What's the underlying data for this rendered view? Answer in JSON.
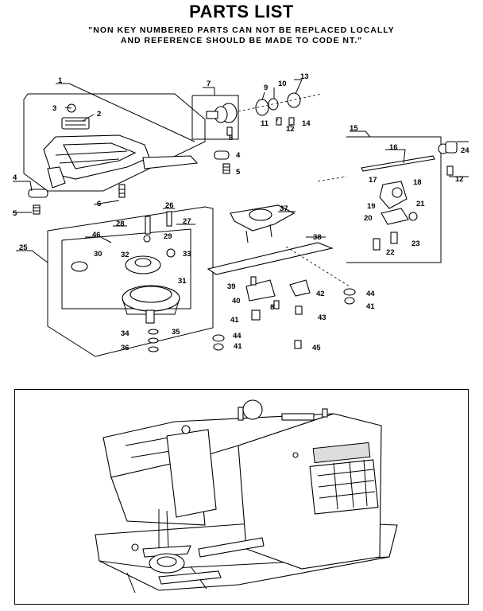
{
  "header": {
    "title": "PARTS LIST",
    "note_line1": "\"NON KEY NUMBERED PARTS CAN NOT BE REPLACED LOCALLY",
    "note_line2": "AND REFERENCE SHOULD BE MADE TO CODE NT.\""
  },
  "callouts": [
    "1",
    "2",
    "3",
    "4",
    "4",
    "5",
    "5",
    "6",
    "7",
    "8",
    "9",
    "10",
    "11",
    "12",
    "12",
    "13",
    "14",
    "15",
    "16",
    "17",
    "18",
    "19",
    "20",
    "21",
    "22",
    "23",
    "24",
    "25",
    "26",
    "27",
    "28",
    "29",
    "30",
    "31",
    "32",
    "33",
    "34",
    "35",
    "36",
    "37",
    "38",
    "39",
    "40",
    "41",
    "41",
    "41",
    "42",
    "43",
    "44",
    "44",
    "45",
    "46",
    "8"
  ]
}
